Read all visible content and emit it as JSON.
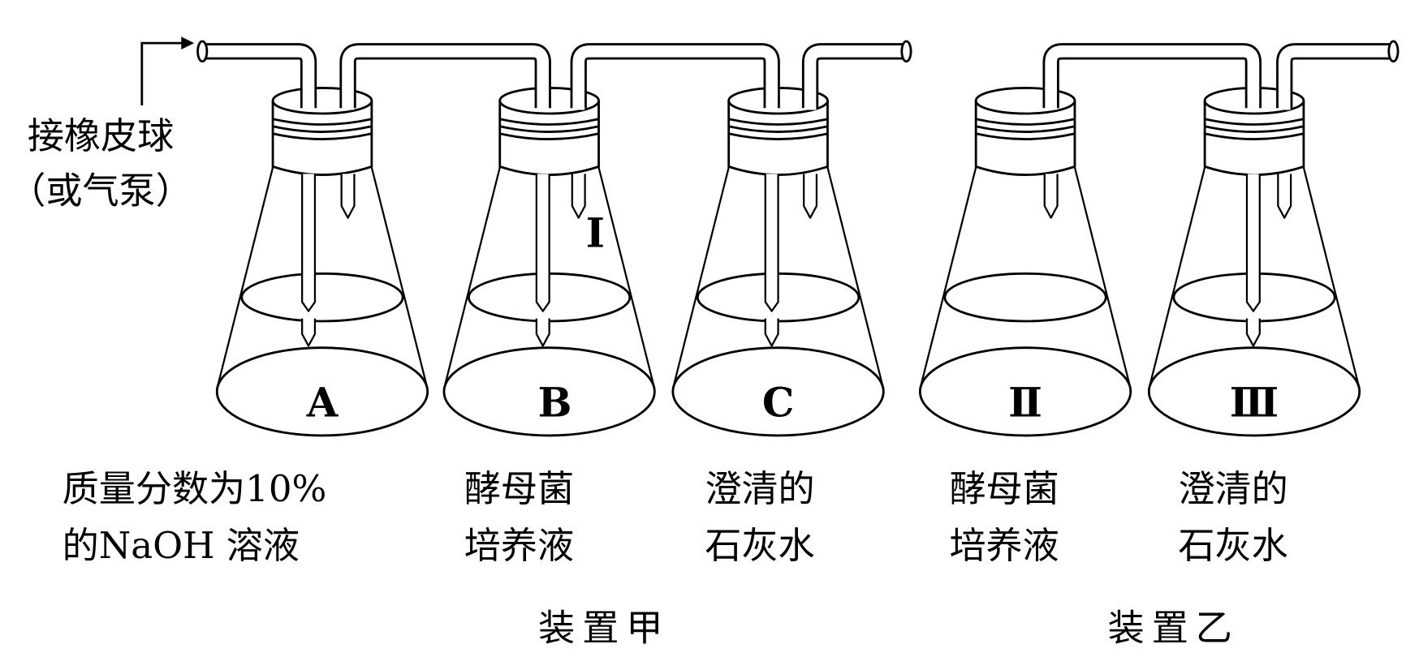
{
  "inlet_label": {
    "line1": "接橡皮球",
    "line2": "（或气泵）"
  },
  "marker_I": "Ⅰ",
  "flasks": [
    {
      "label": "A",
      "line1": "质量分数为10%",
      "line2": "的NaOH 溶液"
    },
    {
      "label": "B",
      "line1": "酵母菌",
      "line2": "培养液"
    },
    {
      "label": "C",
      "line1": "澄清的",
      "line2": "石灰水"
    },
    {
      "label": "Ⅱ",
      "line1": "酵母菌",
      "line2": "培养液"
    },
    {
      "label": "Ⅲ",
      "line1": "澄清的",
      "line2": "石灰水"
    }
  ],
  "apparatus": {
    "jia": "装置甲",
    "yi": "装置乙"
  }
}
